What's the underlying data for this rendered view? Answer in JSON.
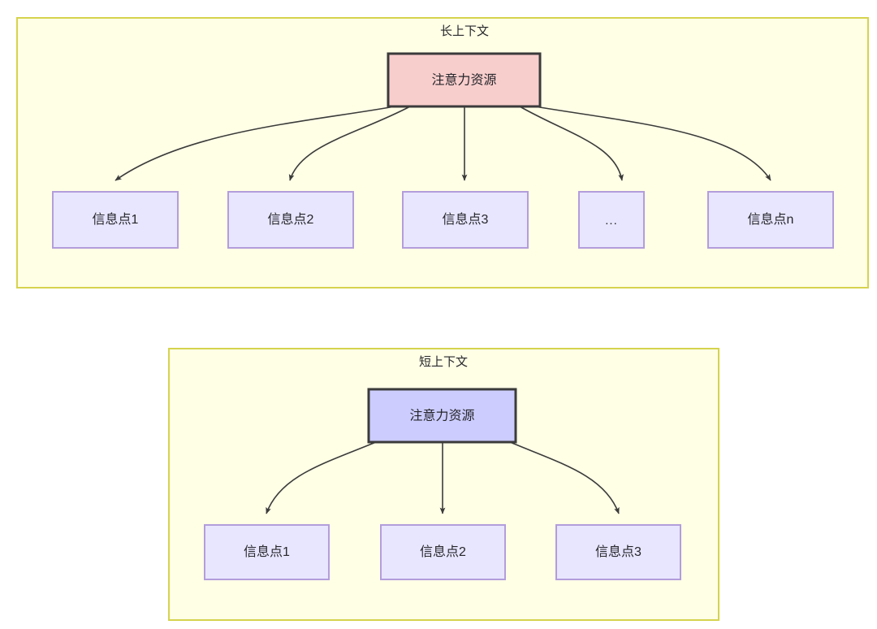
{
  "diagram": {
    "type": "two-panel-tree-diagram",
    "colors": {
      "panel_fill": "#ffffe6",
      "panel_stroke": "#d6d34e",
      "root_red_fill": "#f8cecc",
      "root_purple_fill": "#ccccff",
      "leaf_fill": "#e8e6ff",
      "leaf_stroke": "#b39ddb",
      "edge_stroke": "#3b3b3b",
      "text": "#26262b"
    },
    "panels": [
      {
        "id": "long-context",
        "title": "长上下文",
        "root": {
          "label": "注意力资源",
          "style": "accent-red"
        },
        "leaves": [
          {
            "label": "信息点1"
          },
          {
            "label": "信息点2"
          },
          {
            "label": "信息点3"
          },
          {
            "label": "..."
          },
          {
            "label": "信息点n"
          }
        ]
      },
      {
        "id": "short-context",
        "title": "短上下文",
        "root": {
          "label": "注意力资源",
          "style": "accent-purple"
        },
        "leaves": [
          {
            "label": "信息点1"
          },
          {
            "label": "信息点2"
          },
          {
            "label": "信息点3"
          }
        ]
      }
    ]
  }
}
